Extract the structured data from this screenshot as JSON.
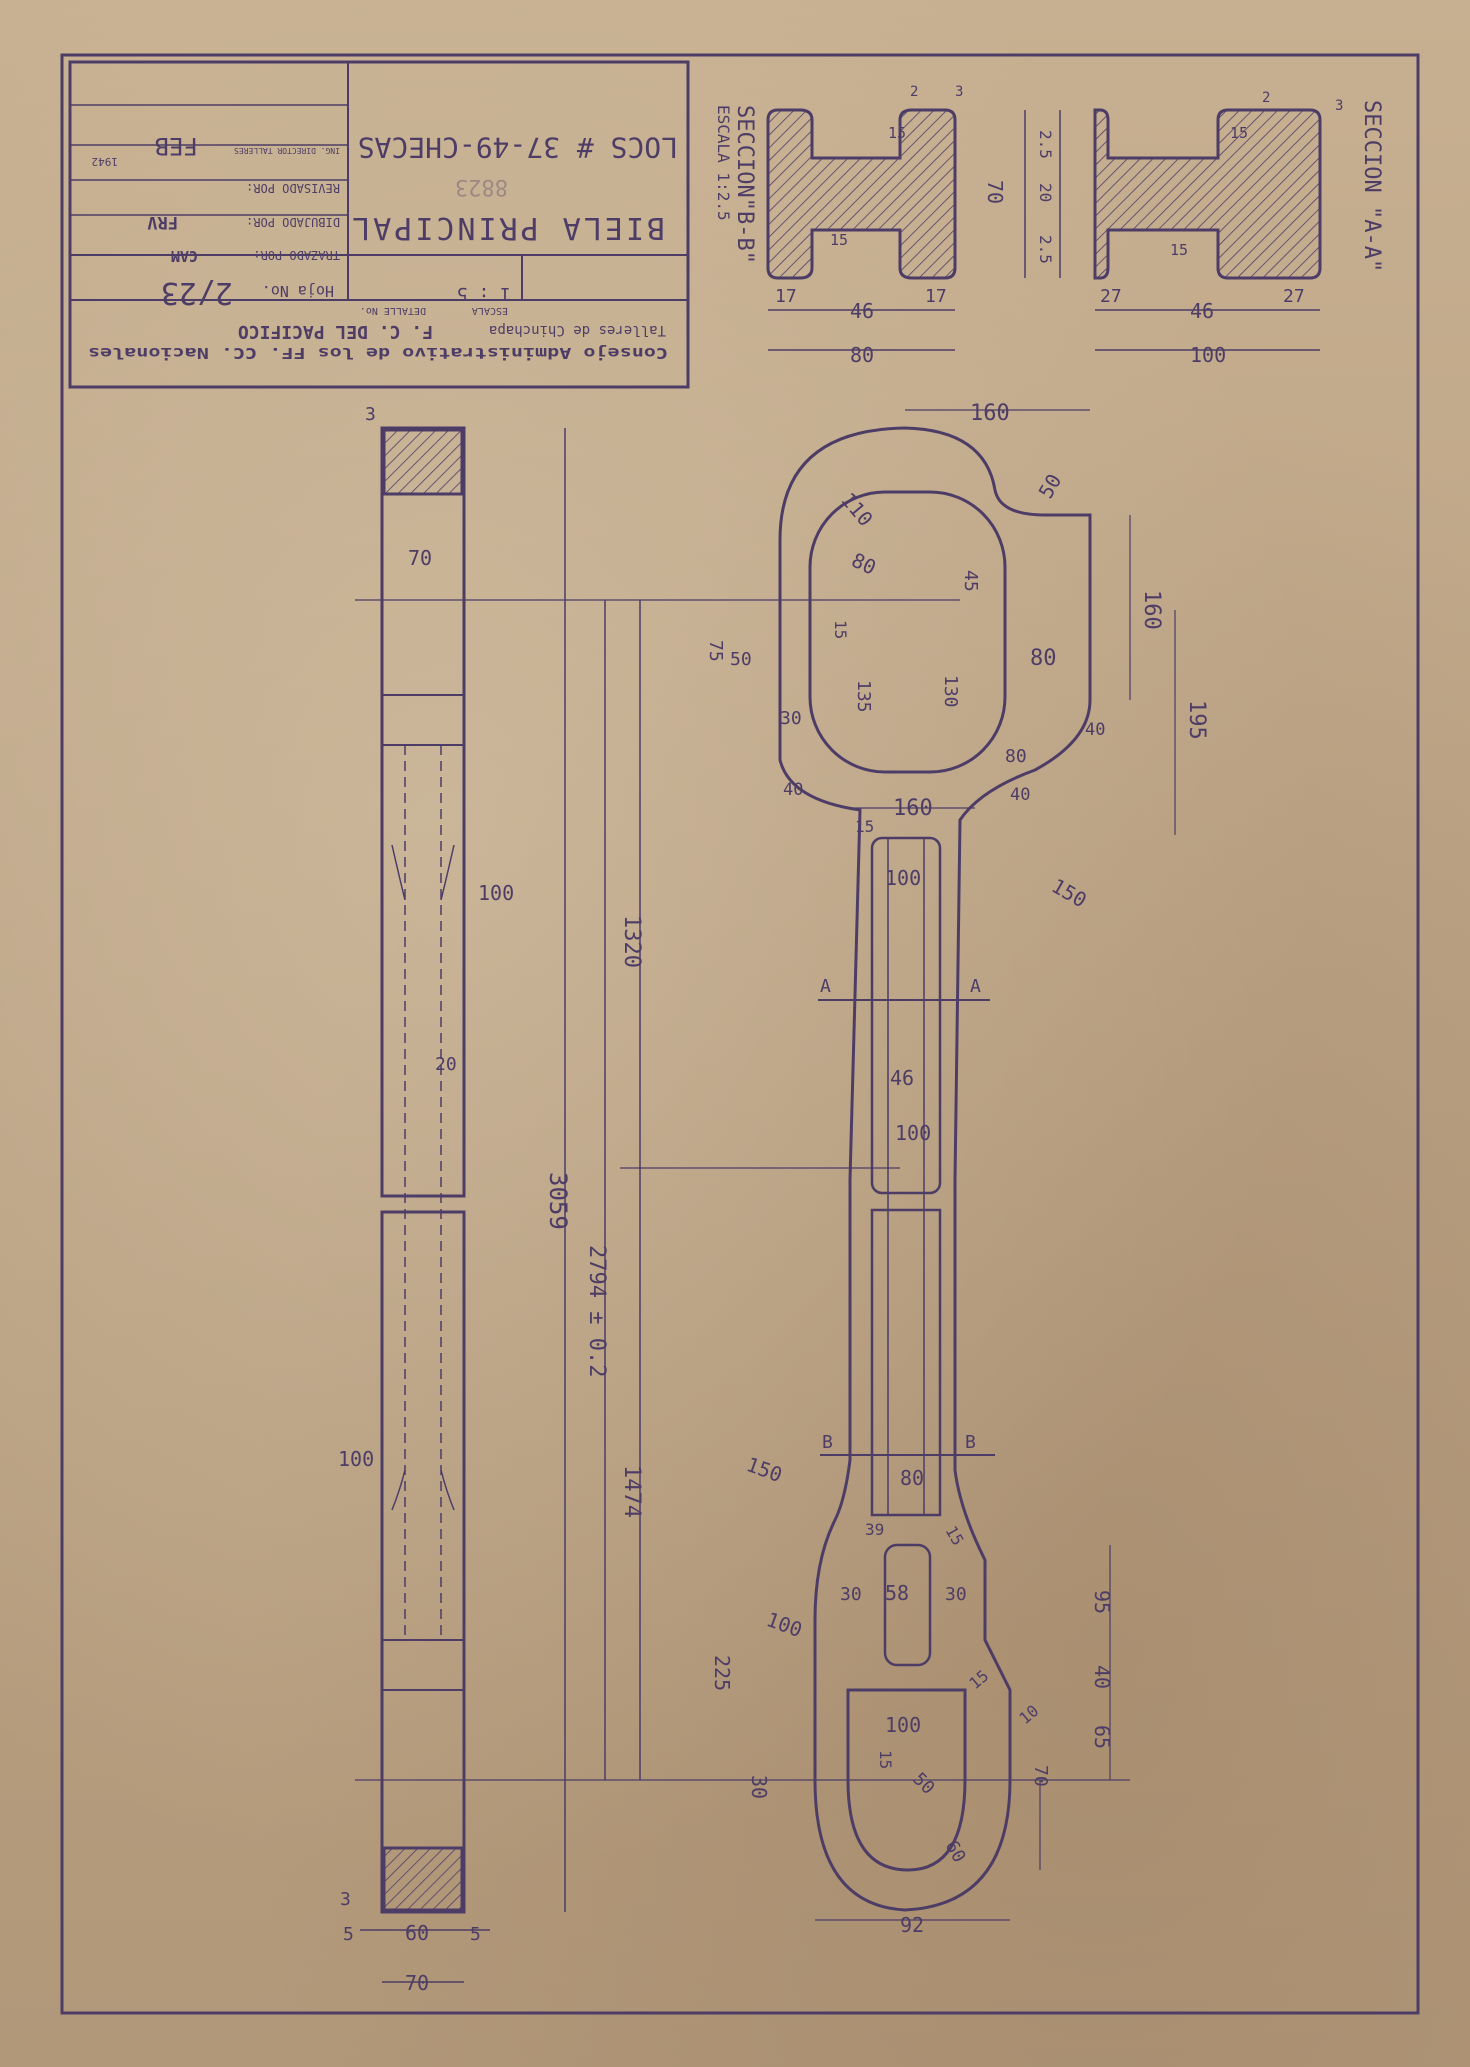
{
  "title_block": {
    "org_line1": "Consejo Administrativo de los FF. CC. Nacionales",
    "org_line2": "F. C. DEL PACIFICO",
    "org_line3": "Talleres de Chinchapa",
    "part_name": "BIELA PRINCIPAL",
    "locos": "LOCS # 37-49-CHECAS",
    "pencil_note": "8823",
    "scale_label": "ESCALA",
    "scale_value": "1 : 5",
    "detail_label": "DETALLE No.",
    "sheet_label": "Hoja No.",
    "sheet_number": "2/23",
    "traced_label": "TRAZADO POR:",
    "traced_value": "CAM",
    "drawn_label": "DIBUJADO POR:",
    "drawn_value": "FRV",
    "revised_label": "REVISADO POR:",
    "approved_label": "ING. DIRECTOR TALLERES",
    "approved_value": "FEB",
    "year": "1942"
  },
  "sections": {
    "a_title": "SECCION \"A-A\"",
    "b_title": "SECCION\"B-B\"",
    "b_scale": "ESCALA 1:2.5",
    "a_dims": [
      "2",
      "3",
      "15",
      "15",
      "2.5",
      "20",
      "2.5",
      "70",
      "27",
      "46",
      "27",
      "100"
    ],
    "b_dims": [
      "2",
      "3",
      "15",
      "15",
      "17",
      "46",
      "17",
      "80"
    ]
  },
  "side_view": {
    "dims": [
      "3",
      "70",
      "100",
      "20",
      "100",
      "3",
      "5",
      "60",
      "5",
      "70"
    ]
  },
  "main_view": {
    "overall": [
      "3059",
      "2794 ± 0.2",
      "1320",
      "1474"
    ],
    "big_end": [
      "160",
      "50",
      "110",
      "80",
      "45",
      "160",
      "195",
      "75",
      "50",
      "15",
      "135",
      "130",
      "80",
      "30",
      "40",
      "80",
      "40",
      "40",
      "160",
      "15",
      "150"
    ],
    "shank": [
      "100",
      "A",
      "A",
      "46",
      "100"
    ],
    "small_end": [
      "B",
      "B",
      "150",
      "80",
      "15",
      "39",
      "30",
      "58",
      "30",
      "95",
      "40",
      "65",
      "100",
      "15",
      "10",
      "225",
      "100",
      "15",
      "50",
      "60",
      "30",
      "70",
      "92"
    ]
  }
}
